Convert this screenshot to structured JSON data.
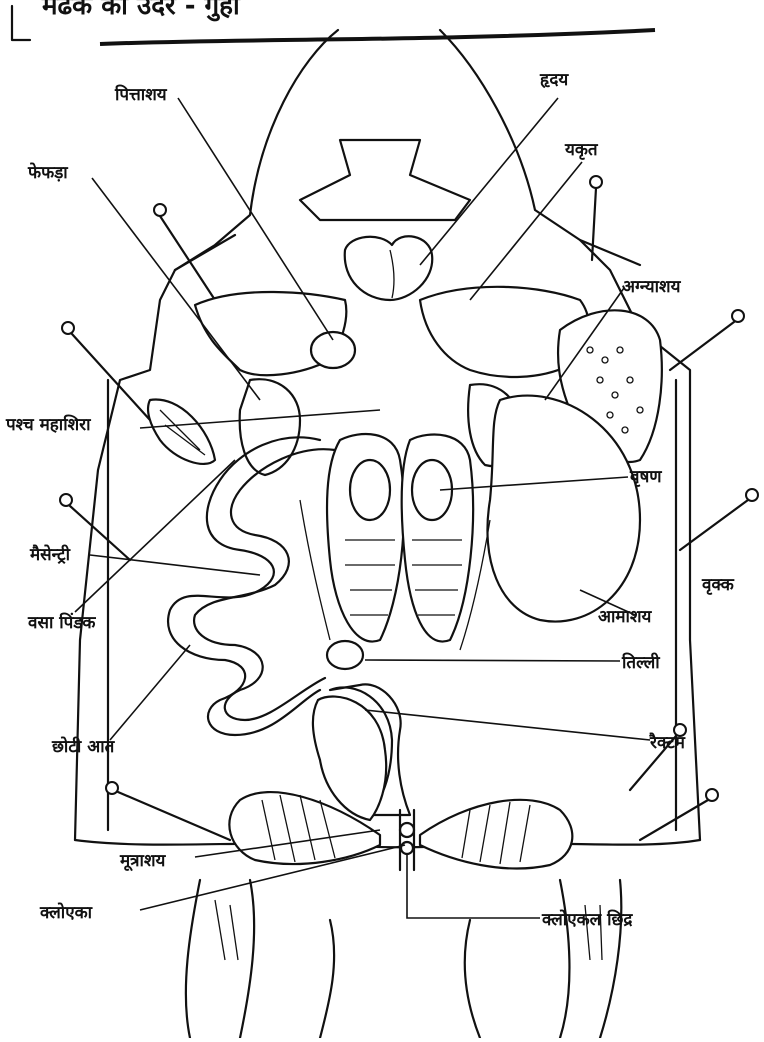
{
  "title": "मेंढक का उदर - गुहा",
  "labels": {
    "gall_bladder": "पित्ताशय",
    "heart": "हृदय",
    "liver": "यकृत",
    "lung": "फेफड़ा",
    "pancreas": "अग्न्याशय",
    "post_caval": "पश्च महाशिरा",
    "testis": "वृषण",
    "mesentery": "मैसेन्ट्री",
    "kidney": "वृक्क",
    "stomach": "आमाशय",
    "fat_body": "वसा पिंडक",
    "spleen": "तिल्ली",
    "small_intestine": "छोटी आत",
    "rectum": "रैक्टम",
    "bladder": "मूत्राशय",
    "cloaca": "क्लोएका",
    "cloacal_aperture": "क्लोएकल छिद्र"
  }
}
